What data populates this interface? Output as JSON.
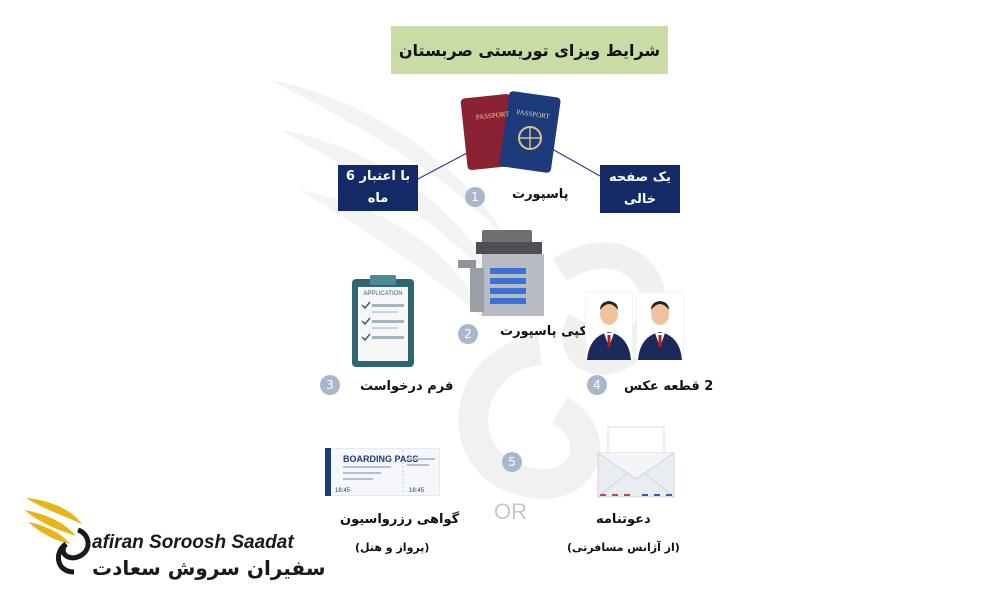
{
  "title": "شرایط ویزای توریستی صربستان",
  "passport": {
    "number": "1",
    "label": "پاسپورت",
    "validity": "با اعتبار 6 ماه",
    "blank_page": "یک صفحه خالی",
    "cover_text": "PASSPORT"
  },
  "copy": {
    "number": "2",
    "label": "کپی پاسپورت"
  },
  "form": {
    "number": "3",
    "label": "فرم درخواست",
    "header": "APPLICATION"
  },
  "photos": {
    "number": "4",
    "label": "2 قطعه عکس"
  },
  "reservation": {
    "number": "5",
    "label": "گواهی رزرواسیون",
    "sublabel": "(پرواز و هتل)",
    "pass_title": "BOARDING PASS",
    "time1": "18:45",
    "time2": "18:45"
  },
  "invitation": {
    "label": "دعوتنامه",
    "sublabel": "(از آژانس مسافرتی)"
  },
  "or_text": "OR",
  "brand": {
    "en": "afiran Soroosh Saadat",
    "fa": "سفیران سروش سعادت"
  },
  "colors": {
    "navy": "#142a66",
    "title_bg": "#c9dca6",
    "badge": "#a9b7cc",
    "gold": "#e8b416"
  }
}
